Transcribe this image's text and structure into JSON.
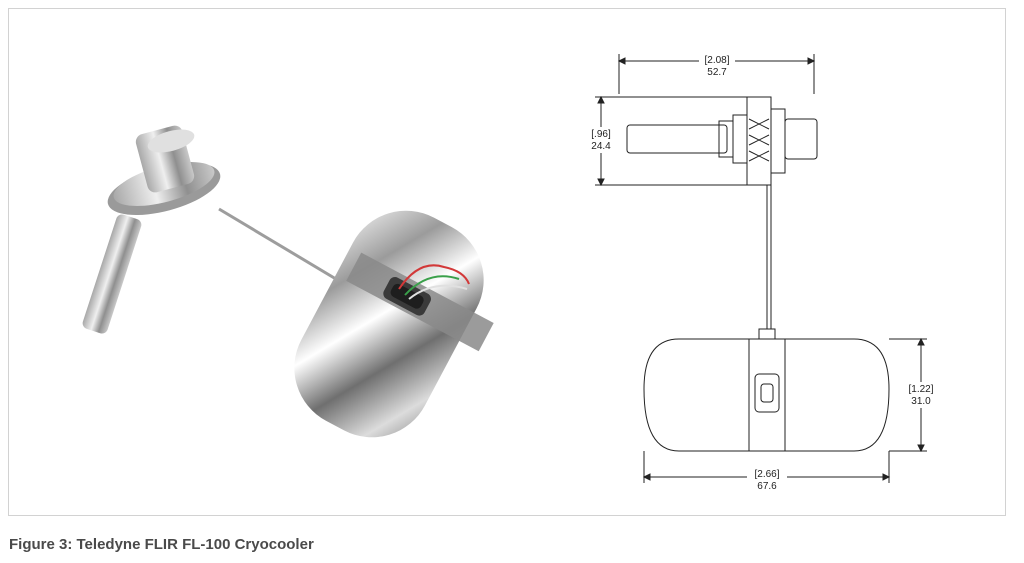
{
  "figure": {
    "caption": "Figure 3: Teledyne FLIR FL-100 Cryocooler",
    "caption_color": "#4a4a4a",
    "photo_label": "",
    "drawing": {
      "top_width_in": "[2.08]",
      "top_width_mm": "52.7",
      "top_height_in": "[.96]",
      "top_height_mm": "24.4",
      "body_height_in": "[1.22]",
      "body_height_mm": "31.0",
      "body_width_in": "[2.66]",
      "body_width_mm": "67.6"
    }
  }
}
